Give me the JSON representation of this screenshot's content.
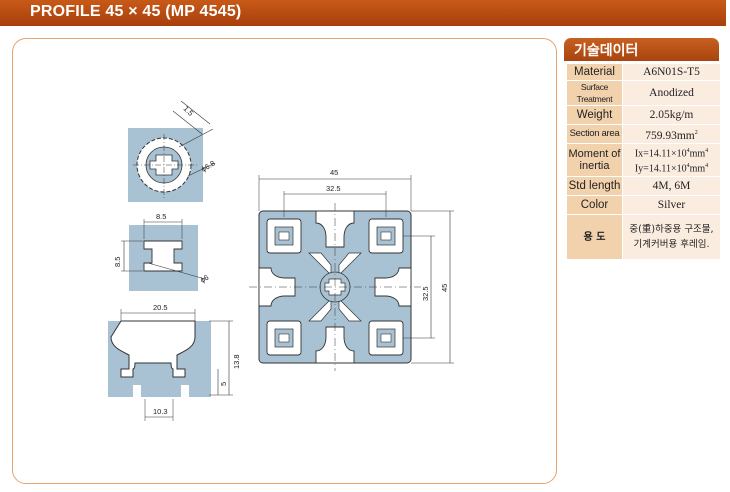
{
  "title": "PROFILE 45 × 45 (MP 4545)",
  "spec_header": "기술데이터",
  "specs": [
    {
      "label": "Material",
      "value": "A6N01S-T5"
    },
    {
      "label": "Surface Treatment",
      "value": "Anodized"
    },
    {
      "label": "Weight",
      "value": "2.05kg/m"
    },
    {
      "label": "Section area",
      "value": "759.93mm",
      "sup": "2"
    },
    {
      "label": "Moment of inertia",
      "value_line1": "Ix=14.11×10",
      "value_line1_sup": "4",
      "value_line1_unit": "mm",
      "value_line1_sup2": "4",
      "value_line2": "Iy=14.11×10",
      "value_line2_sup": "4",
      "value_line2_unit": "mm",
      "value_line2_sup2": "4"
    },
    {
      "label": "Std length",
      "value": "4M, 6M"
    },
    {
      "label": "Color",
      "value": "Silver"
    },
    {
      "label": "용 도",
      "value_line1": "중(重)하중용 구조물,",
      "value_line2": "기계커버용 후레임."
    }
  ],
  "dimensions": {
    "d1_5": "1.5",
    "d6_8": "6.8",
    "d8_5_w": "8.5",
    "d8_5_h": "8.5",
    "d6": "6",
    "d20_5": "20.5",
    "d13_8": "13.8",
    "d5": "5",
    "d10_3": "10.3",
    "d45_w": "45",
    "d32_5_w": "32.5",
    "d32_5_h": "32.5",
    "d45_h": "45"
  },
  "colors": {
    "profile_fill": "#a9c2d3",
    "accent": "#b8480f",
    "label_bg": "#f2d2ad",
    "value_bg": "#fbece0"
  }
}
